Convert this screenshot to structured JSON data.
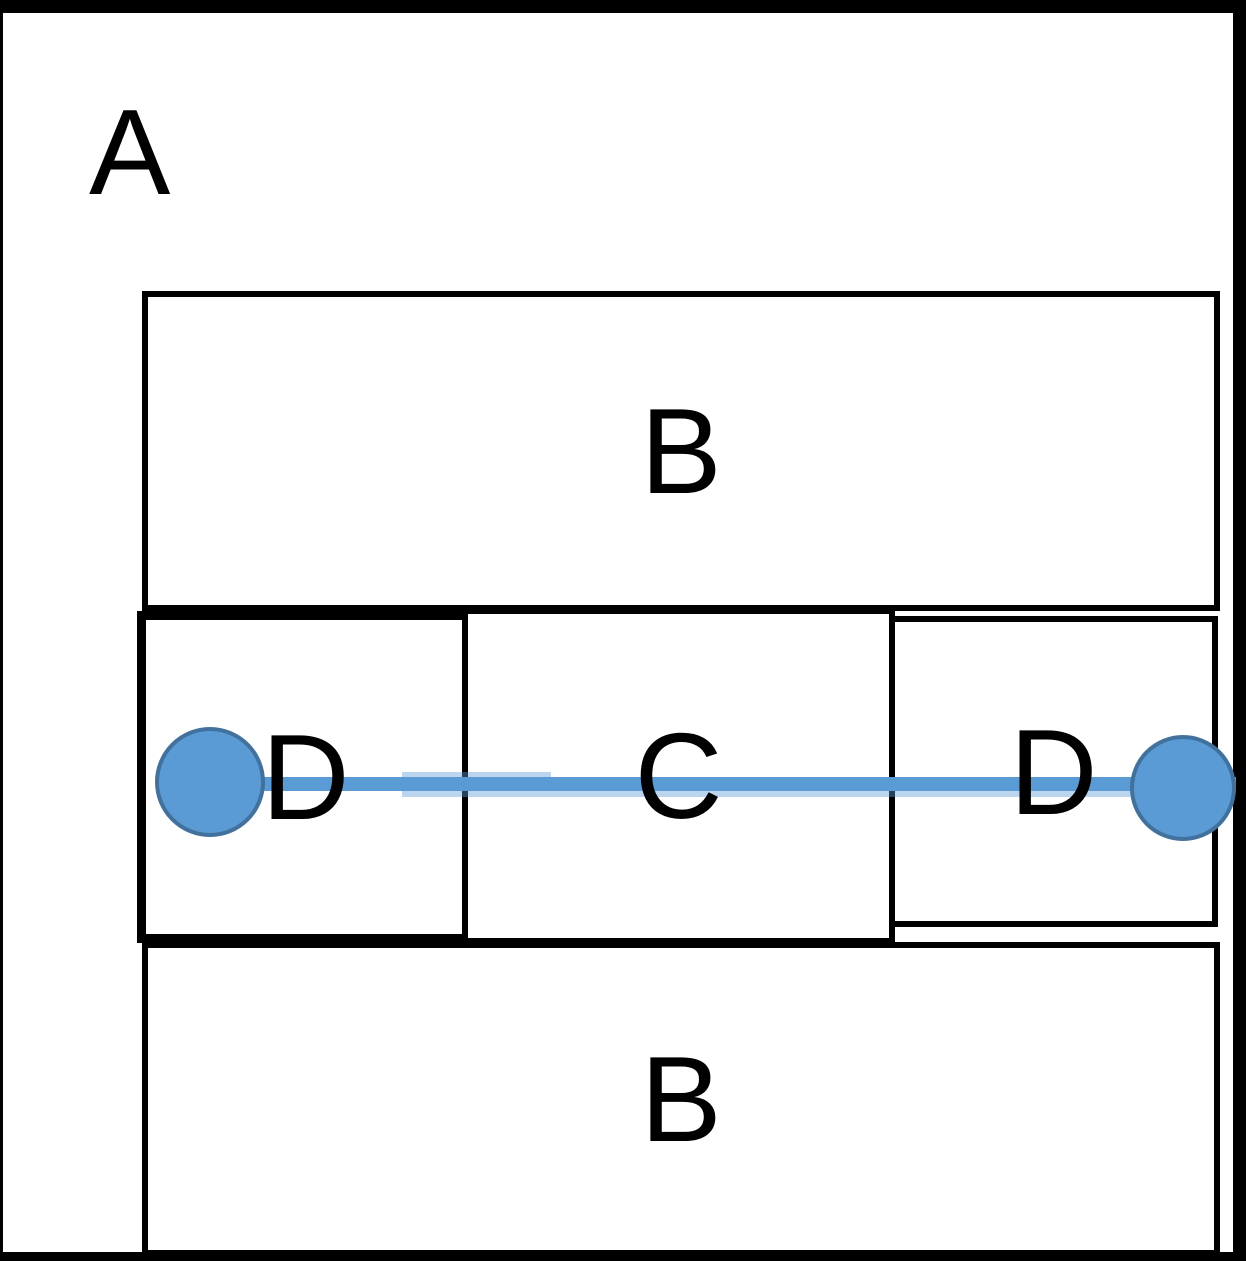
{
  "diagram": {
    "outer_box": {
      "label": "A"
    },
    "boxes": {
      "top": {
        "label": "B"
      },
      "left": {
        "label": "D"
      },
      "center": {
        "label": "C"
      },
      "right": {
        "label": "D"
      },
      "bottom": {
        "label": "B"
      }
    },
    "connector": {
      "line_color": "#5B9BD5",
      "endpoint_fill": "#5B9BD5",
      "endpoint_stroke": "#41719C"
    },
    "colors": {
      "border": "#000000",
      "background": "#FFFFFF",
      "frame": "#000000"
    }
  }
}
